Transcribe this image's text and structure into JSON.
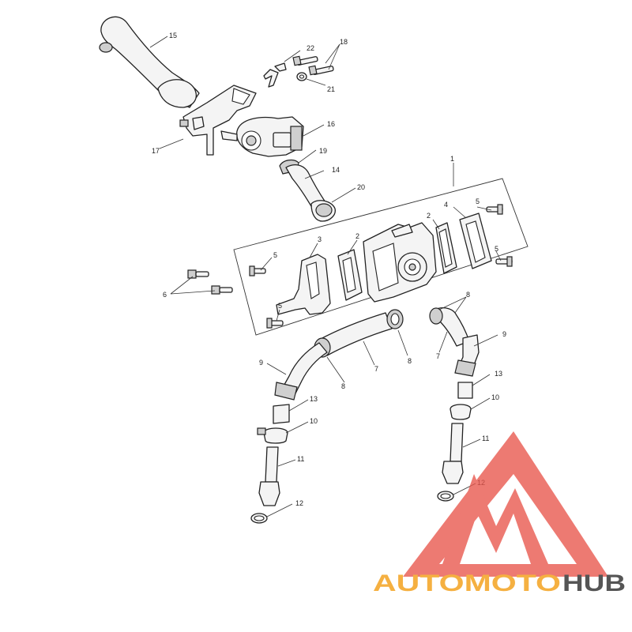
{
  "callouts": {
    "c1": "1",
    "c2a": "2",
    "c2b": "2",
    "c3": "3",
    "c4": "4",
    "c5a": "5",
    "c5b": "5",
    "c5c": "5",
    "c5d": "5",
    "c6": "6",
    "c7a": "7",
    "c7b": "7",
    "c8a": "8",
    "c8b": "8",
    "c8c": "8",
    "c9a": "9",
    "c9b": "9",
    "c10a": "10",
    "c10b": "10",
    "c11a": "11",
    "c11b": "11",
    "c12a": "12",
    "c12b": "12",
    "c13a": "13",
    "c13b": "13",
    "c14": "14",
    "c15": "15",
    "c16": "16",
    "c17": "17",
    "c18": "18",
    "c19": "19",
    "c20": "20",
    "c21": "21",
    "c22": "22"
  },
  "watermark": {
    "word_part1": "AUTOMOTO",
    "word_part2": "HUB",
    "color_primary": "#e8554b",
    "color_secondary": "#f5b041",
    "color_dark": "#555555"
  }
}
